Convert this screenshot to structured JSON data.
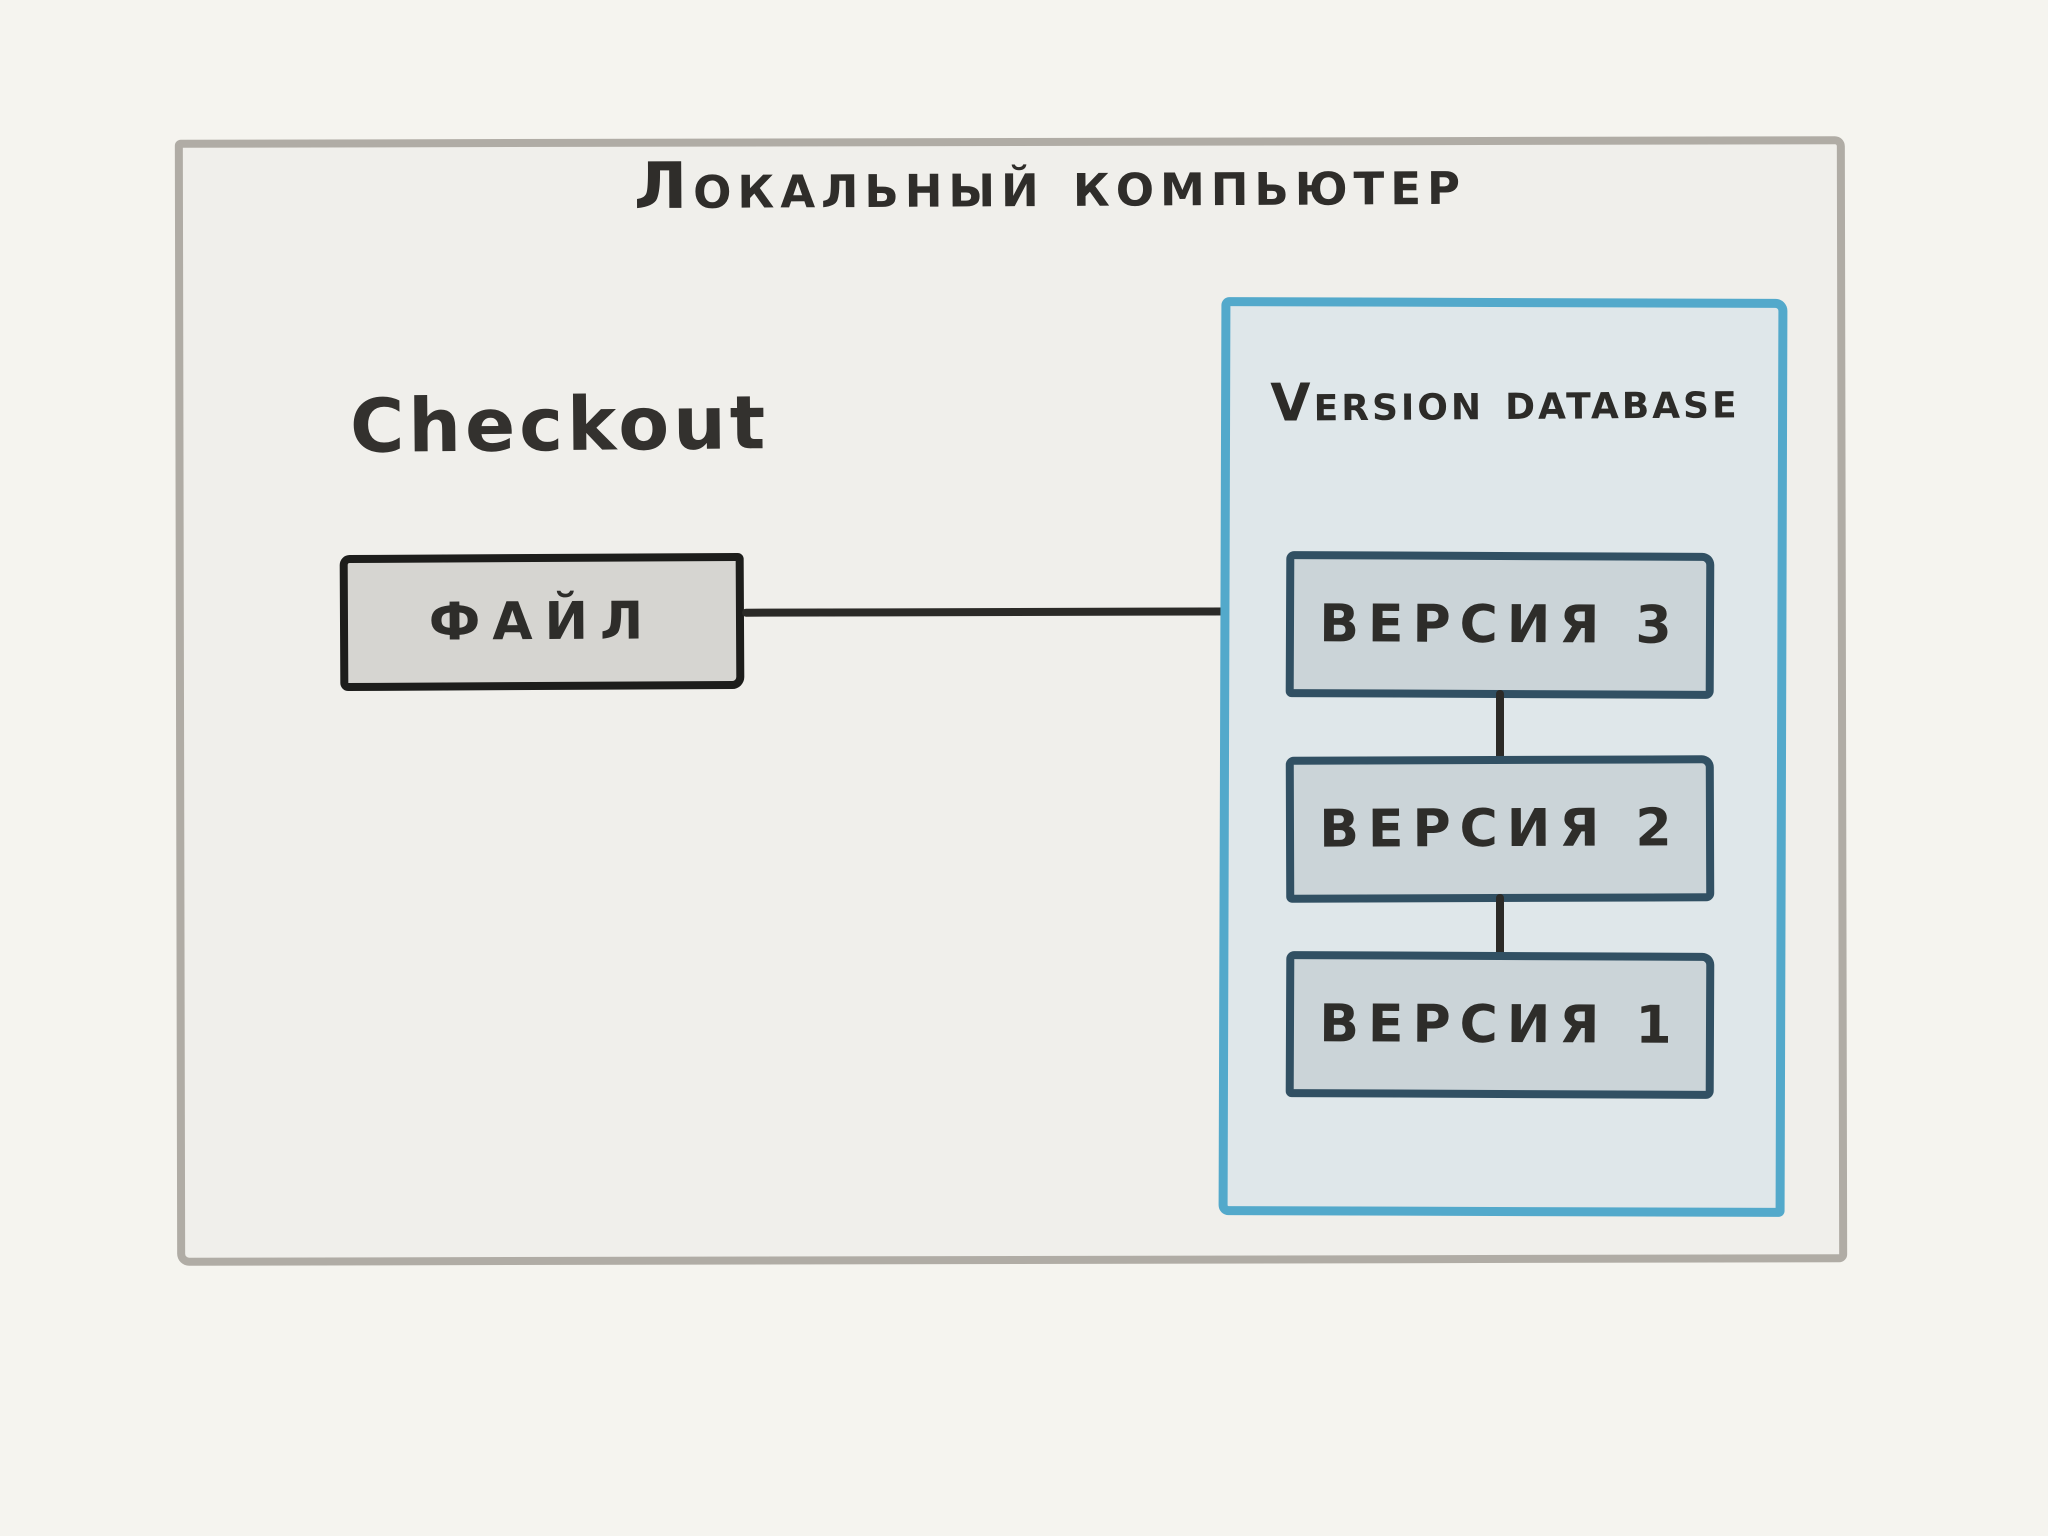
{
  "diagram": {
    "outer": {
      "title": "Локальный компьютер"
    },
    "checkout_label": "Checkout",
    "file_box": {
      "label": "ФАЙЛ"
    },
    "version_database": {
      "title": "Version database",
      "versions": [
        {
          "label": "ВЕРСИЯ 3"
        },
        {
          "label": "ВЕРСИЯ 2"
        },
        {
          "label": "ВЕРСИЯ 1"
        }
      ]
    },
    "connections": [
      "file-to-version-3",
      "version-3-to-version-2",
      "version-2-to-version-1"
    ],
    "colors": {
      "page_bg": "#f5f4ef",
      "outer_fill": "#f0efeb",
      "outer_border": "#b0aca5",
      "file_fill": "#d6d5d1",
      "file_border": "#1d1d1b",
      "db_fill": "#dfe7ea",
      "db_border": "#53a9cb",
      "version_fill": "#cbd4d8",
      "version_border": "#315063",
      "ink": "#2b2a27"
    }
  }
}
